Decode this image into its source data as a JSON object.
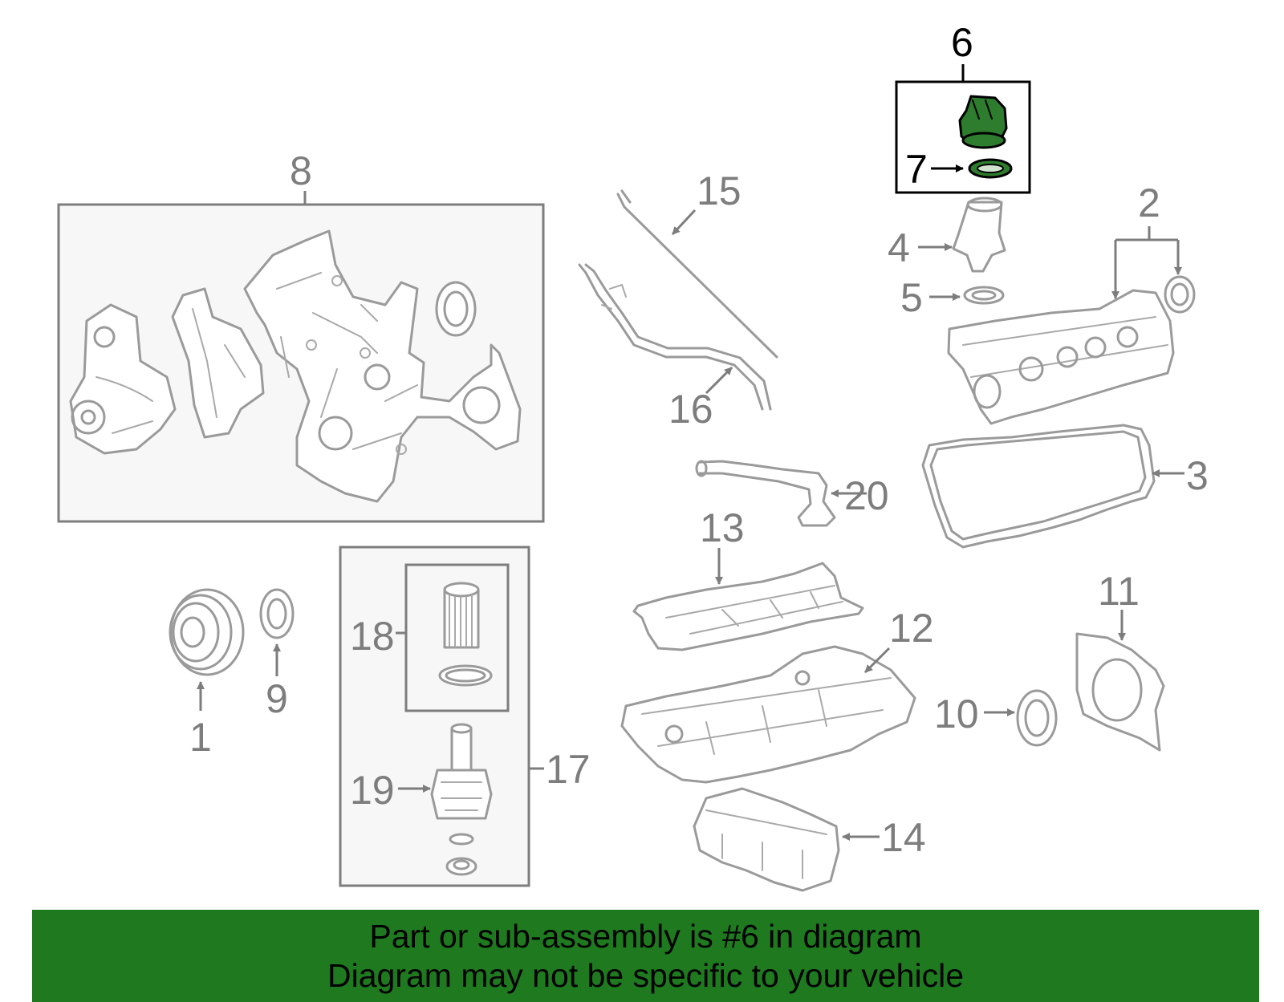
{
  "callouts": {
    "c1": "1",
    "c2": "2",
    "c3": "3",
    "c4": "4",
    "c5": "5",
    "c6": "6",
    "c7": "7",
    "c8": "8",
    "c9": "9",
    "c10": "10",
    "c11": "11",
    "c12": "12",
    "c13": "13",
    "c14": "14",
    "c15": "15",
    "c16": "16",
    "c17": "17",
    "c18": "18",
    "c19": "19",
    "c20": "20"
  },
  "highlighted_part": "6",
  "colors": {
    "highlight_part": "#2e7d2e",
    "banner_background": "#1f7a1f",
    "callout": "#7d7d7d",
    "group_box_fill": "#f7f7f7"
  },
  "banner": {
    "line1": "Part or sub-assembly is #6 in diagram",
    "line2": "Diagram may not be specific to your vehicle"
  }
}
